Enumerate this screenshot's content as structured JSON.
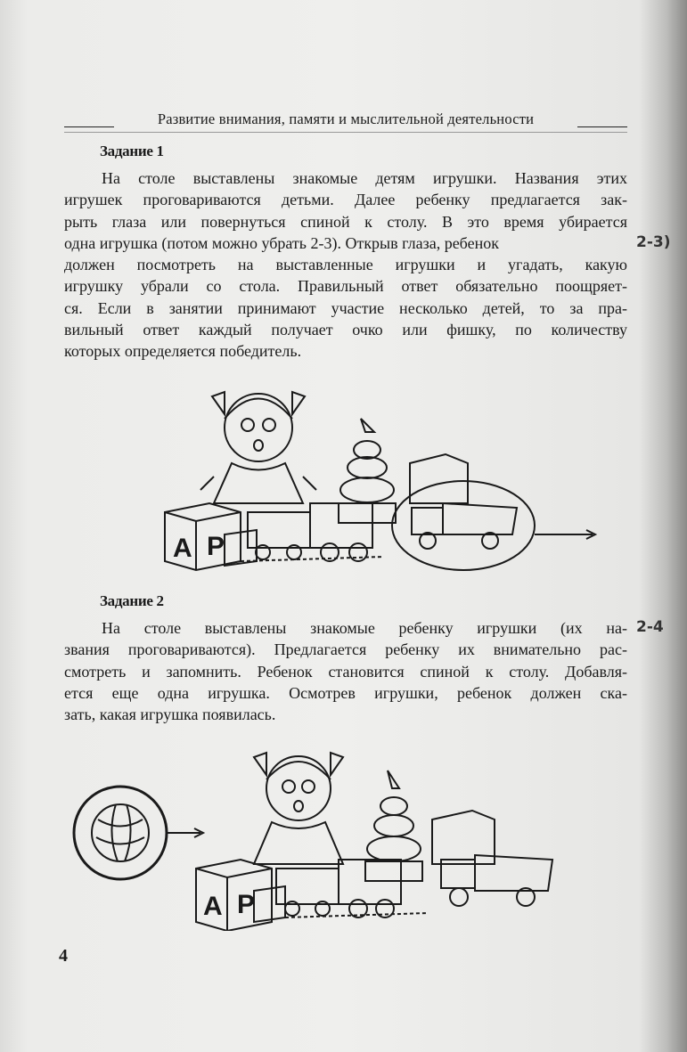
{
  "header": {
    "running_title": "Развитие внимания, памяти и мыслительной деятельности"
  },
  "task1": {
    "title": "Задание 1",
    "lines": [
      "На столе выставлены знакомые детям игрушки. Названия этих",
      "игрушек проговариваются детьми. Далее ребенку предлагается зак-",
      "рыть глаза или повернуться спиной к столу. В это время убирается",
      "одна игрушка (потом можно убрать 2-3). Открыв глаза, ребенок",
      "должен посмотреть на выставленные игрушки и угадать, какую",
      "игрушку убрали со стола. Правильный ответ обязательно поощряет-",
      "ся. Если в занятии принимают участие несколько детей, то за пра-",
      "вильный ответ каждый получает очко или фишку, по количеству",
      "которых определяется победитель."
    ],
    "handwritten_note": "2-3)",
    "illustration": {
      "cube_letters": [
        "А",
        "Р"
      ],
      "description_icons": [
        "girl",
        "cubes",
        "train",
        "pyramid",
        "truck-in-circle",
        "arrow-right"
      ]
    }
  },
  "task2": {
    "title": "Задание 2",
    "lines": [
      "На столе выставлены знакомые ребенку игрушки (их на-",
      "звания проговариваются). Предлагается ребенку их внимательно рас-",
      "смотреть и запомнить. Ребенок становится спиной к столу. Добавля-",
      "ется еще одна игрушка. Осмотрев игрушки, ребенок должен ска-",
      "зать, какая игрушка появилась."
    ],
    "handwritten_note": "2-4",
    "illustration": {
      "cube_letters": [
        "А",
        "Р"
      ],
      "description_icons": [
        "ball-in-circle",
        "arrow-right",
        "girl",
        "cubes",
        "train",
        "pyramid",
        "truck"
      ]
    }
  },
  "page_number": "4"
}
